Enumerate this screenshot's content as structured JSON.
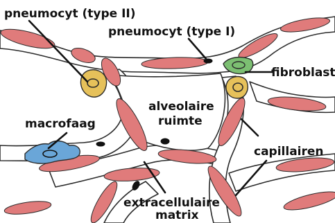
{
  "diagram": {
    "labels": {
      "pneumocyte_type2": "pneumocyt (type II)",
      "pneumocyte_type1": "pneumocyt (type I)",
      "fibroblast": "fibroblast",
      "macrophage": "macrofaag",
      "alveolar_space_line1": "alveolaire",
      "alveolar_space_line2": "ruimte",
      "capillaries": "capillairen",
      "ecm_line1": "extracellulaire",
      "ecm_line2": "matrix"
    },
    "colors": {
      "capillary": "#e07b7b",
      "pneumocyte_type2": "#e6c15a",
      "fibroblast": "#7cbf72",
      "macrophage": "#6aa6d8",
      "outline": "#2b2b2b"
    }
  }
}
